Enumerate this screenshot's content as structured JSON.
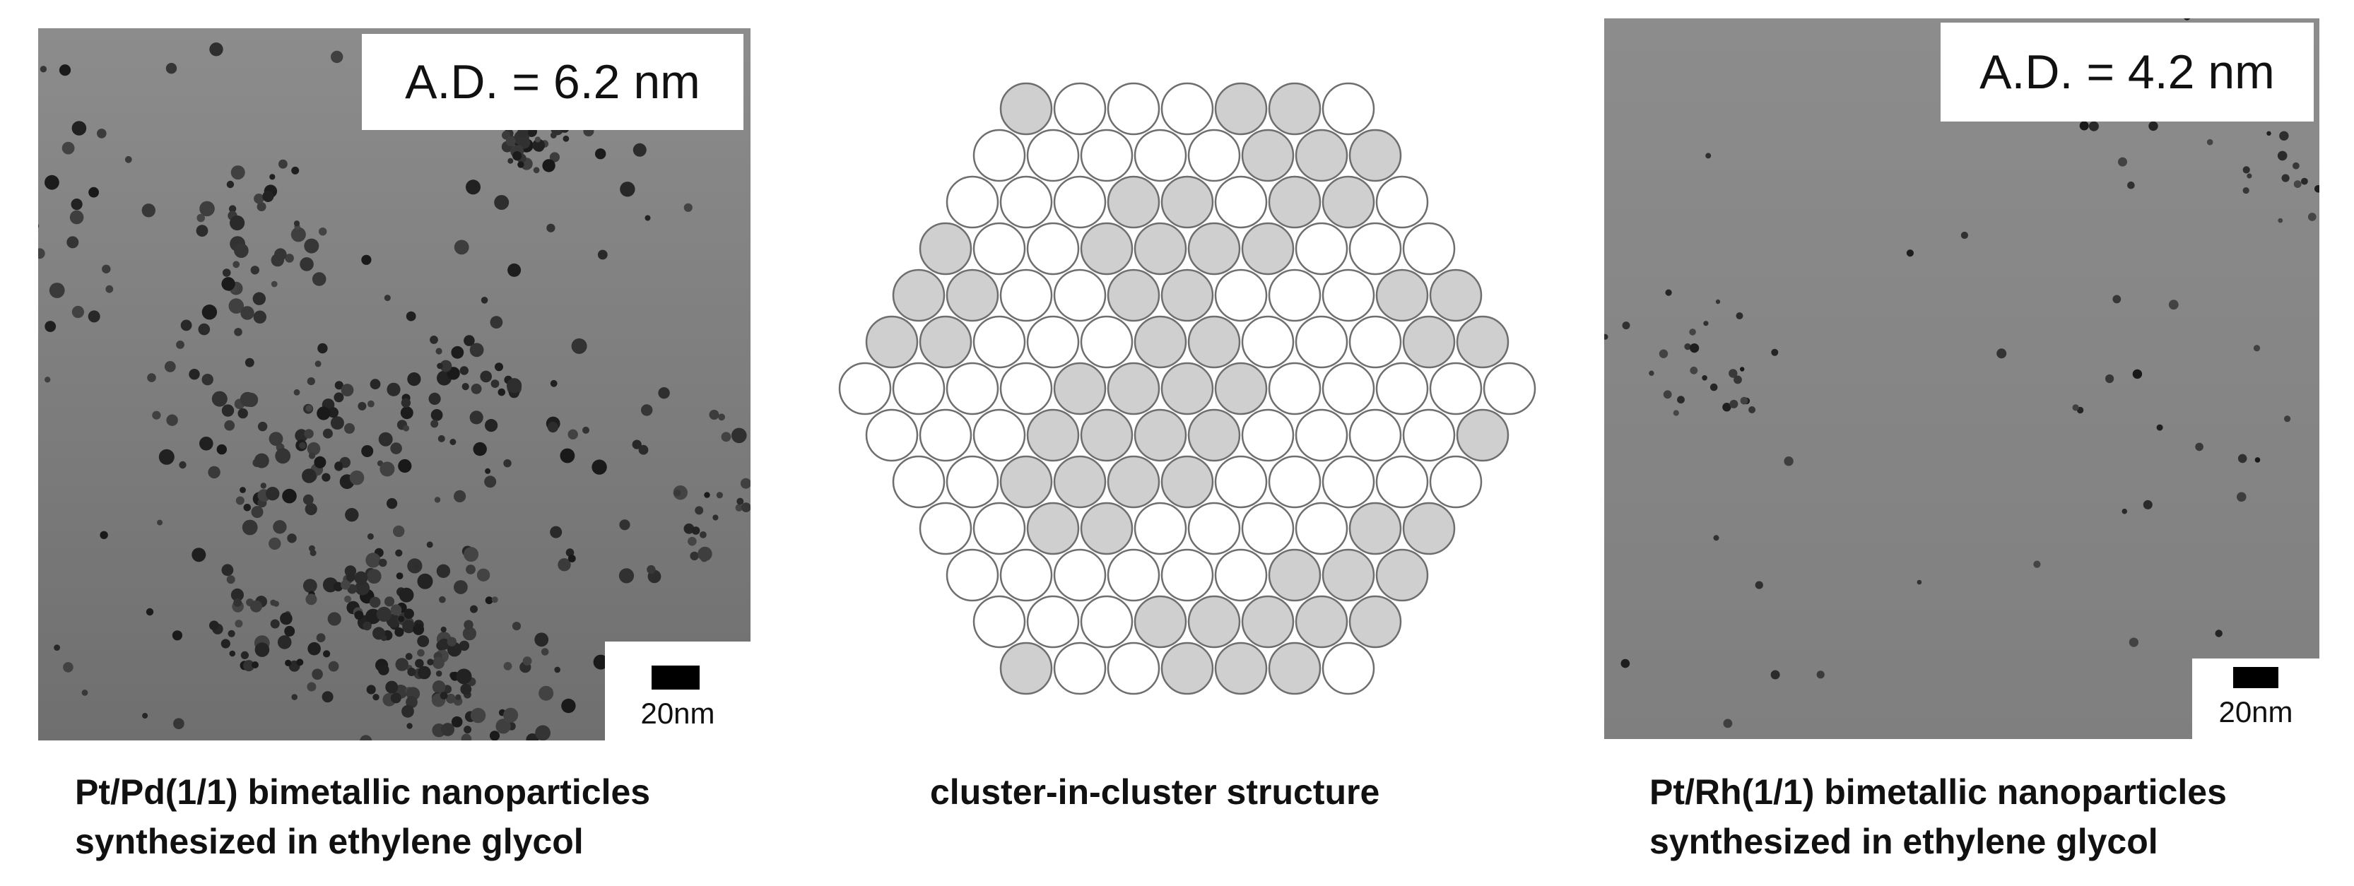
{
  "left_panel": {
    "average_diameter": "A.D. = 6.2 nm",
    "scale_label": "20nm",
    "caption_line1": "Pt/Pd(1/1) bimetallic nanoparticles",
    "caption_line2": "synthesized in ethylene glycol"
  },
  "center_diagram": {
    "caption": "cluster-in-cluster structure",
    "row_lengths": [
      7,
      8,
      9,
      10,
      11,
      12,
      13,
      12,
      11,
      10,
      9,
      8,
      7
    ],
    "shaded_pattern": [
      "1000110",
      "00000111",
      "000110110",
      "1001111000",
      "11001100011",
      "110001100011",
      "0000111100000",
      "000111100001",
      "00111100000",
      "0011000011",
      "000000111",
      "00011111",
      "1001110"
    ],
    "colors": {
      "shaded": "#cfcfcf",
      "unshaded": "#ffffff",
      "outline": "#6e6e6e"
    }
  },
  "right_panel": {
    "average_diameter": "A.D. = 4.2 nm",
    "scale_label": "20nm",
    "caption_line1": "Pt/Rh(1/1) bimetallic nanoparticles",
    "caption_line2": "synthesized in ethylene glycol"
  },
  "colors": {
    "tem_background": "#878787",
    "particle": "#2a2a2a",
    "label_box": "#ffffff"
  }
}
